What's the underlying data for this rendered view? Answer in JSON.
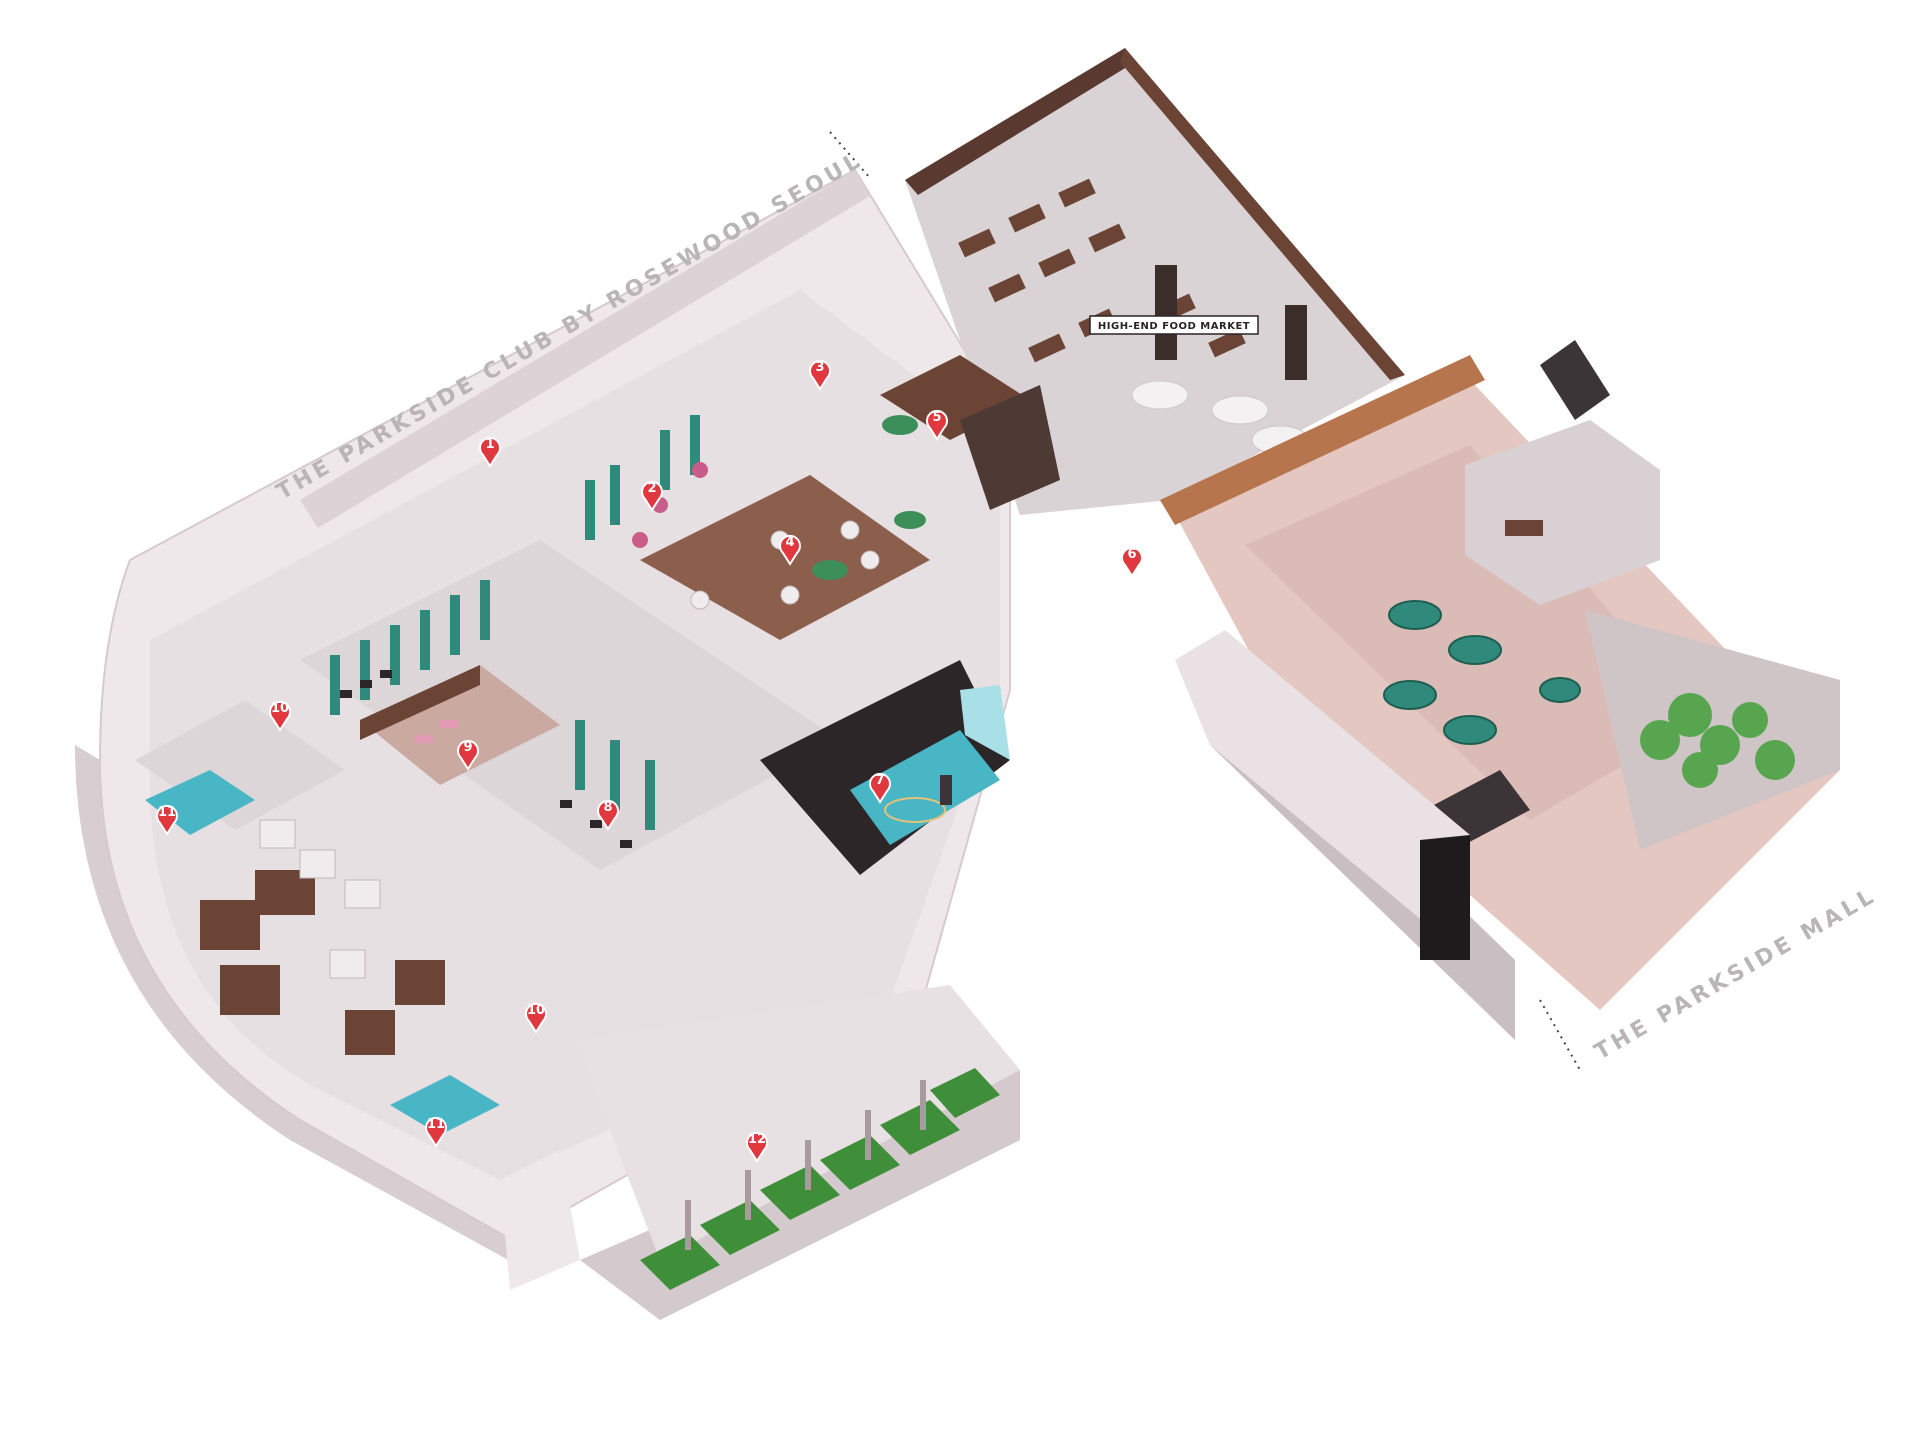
{
  "labels": {
    "club": "THE PARKSIDE CLUB BY ROSEWOOD SEOUL",
    "mall": "THE PARKSIDE MALL",
    "food_market": "HIGH-END FOOD MARKET"
  },
  "markers": [
    "1",
    "2",
    "3",
    "4",
    "5",
    "6",
    "7",
    "8",
    "9",
    "10",
    "10",
    "11",
    "11",
    "12"
  ],
  "colors": {
    "marker": "#e0383e",
    "floor": "#ece6e8",
    "wall_light": "#f1ebed",
    "wall_dark": "#2d2628",
    "wood": "#6b4436",
    "teal": "#2f8a7b",
    "water": "#49b6c6",
    "grass": "#3f8e3a",
    "tile": "#e2c4bd",
    "tree": "#58a550"
  }
}
